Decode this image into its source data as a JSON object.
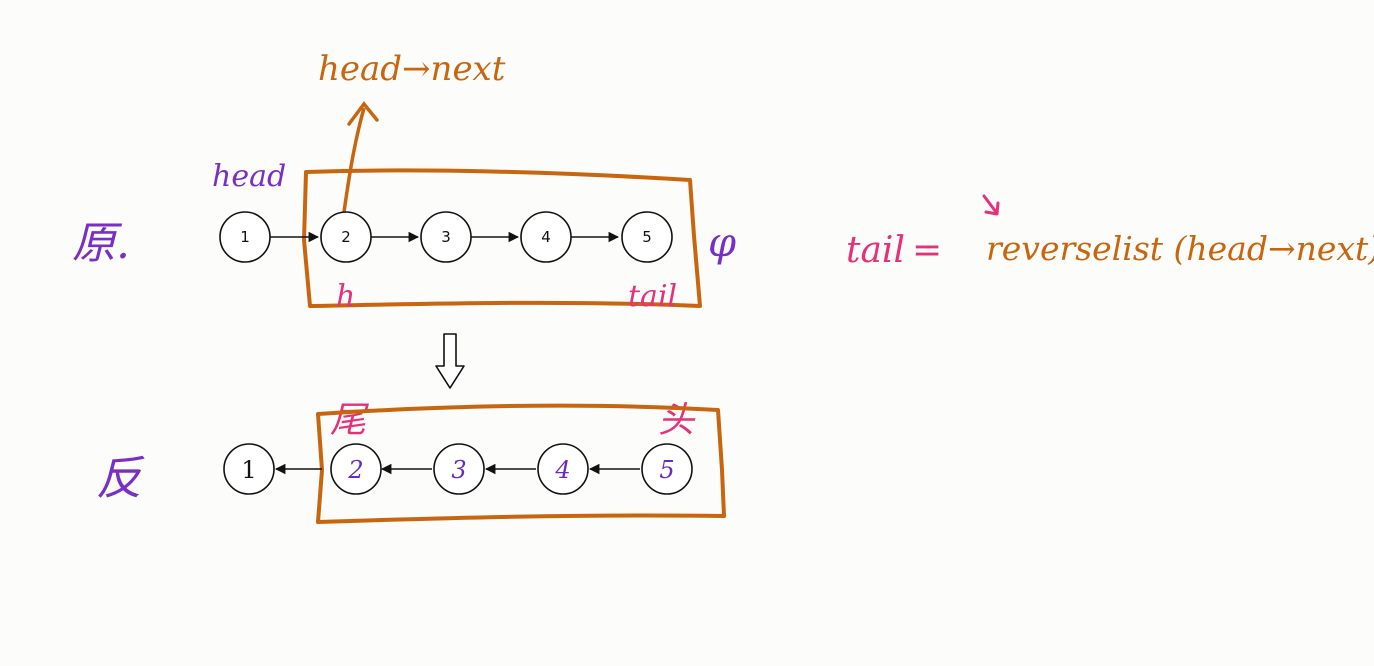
{
  "diagram": {
    "original_row": {
      "label": "原.",
      "nodes": [
        "1",
        "2",
        "3",
        "4",
        "5"
      ],
      "null_symbol": "φ",
      "head_label": "head",
      "head_next_label": "head→next",
      "h_label": "h",
      "tail_label": "tail"
    },
    "reversed_row": {
      "label": "反",
      "nodes": [
        "1",
        "2",
        "3",
        "4",
        "5"
      ],
      "tail_mark": "尾",
      "head_mark": "头"
    },
    "equation": {
      "lhs": "tail",
      "equals": "=",
      "rhs": "reverselist (head→next)"
    },
    "colors": {
      "orange": "#c8650f",
      "purple": "#7a2fc4",
      "pink": "#e5307a",
      "node_stroke": "#111111"
    }
  }
}
